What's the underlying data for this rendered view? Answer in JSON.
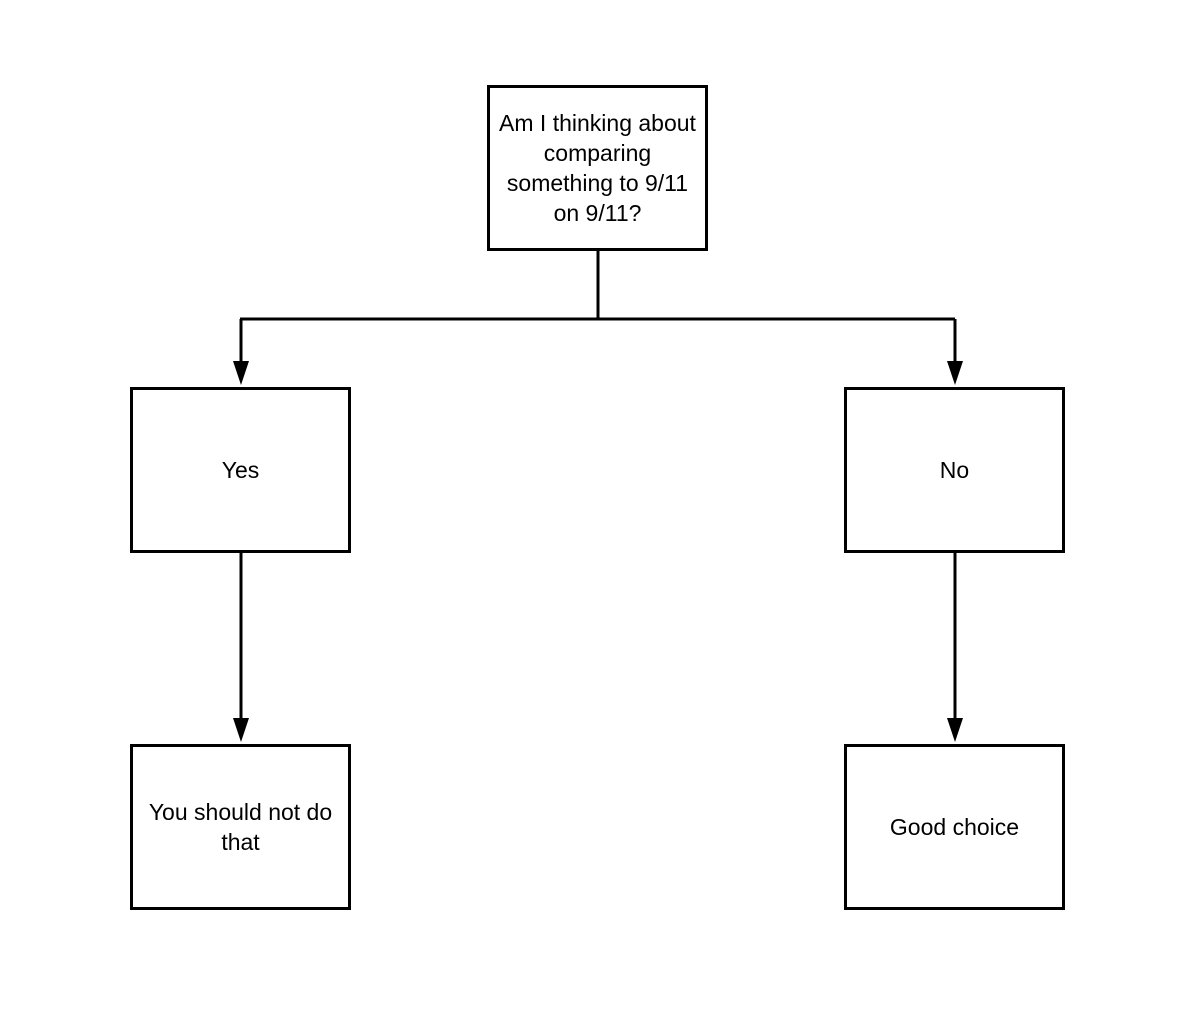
{
  "diagram": {
    "type": "flowchart",
    "colors": {
      "stroke": "#000000",
      "fill": "#ffffff",
      "text": "#000000"
    },
    "nodes": {
      "question": {
        "text": "Am I thinking about comparing something to 9/11 on 9/11?"
      },
      "yes": {
        "text": "Yes"
      },
      "no": {
        "text": "No"
      },
      "yes_result": {
        "text": "You should not do that"
      },
      "no_result": {
        "text": "Good choice"
      }
    },
    "edges": [
      {
        "from": "question",
        "to": "yes"
      },
      {
        "from": "question",
        "to": "no"
      },
      {
        "from": "yes",
        "to": "yes_result"
      },
      {
        "from": "no",
        "to": "no_result"
      }
    ]
  }
}
